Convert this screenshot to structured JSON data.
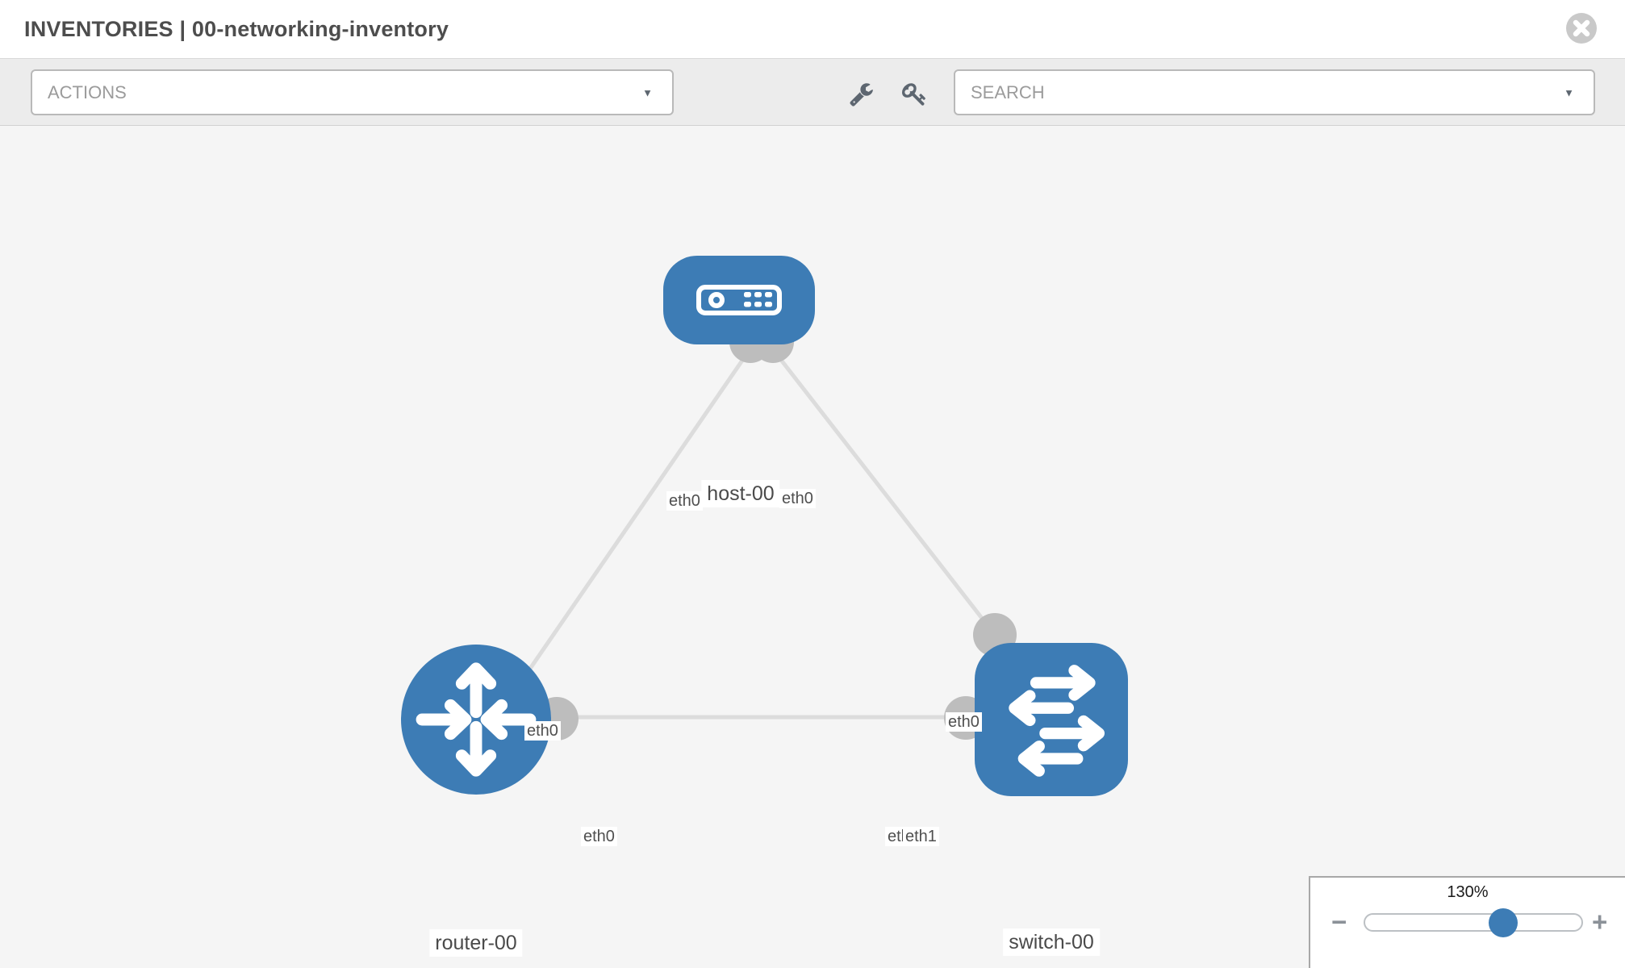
{
  "header": {
    "title": "INVENTORIES | 00-networking-inventory"
  },
  "toolbar": {
    "actions_label": "ACTIONS",
    "search_placeholder": "SEARCH",
    "caret": "▼",
    "icon_buttons": [
      "wrench-icon",
      "key-icon"
    ]
  },
  "topology": {
    "nodes": [
      {
        "id": "host-00",
        "label": "host-00",
        "type": "host"
      },
      {
        "id": "router-00",
        "label": "router-00",
        "type": "router"
      },
      {
        "id": "switch-00",
        "label": "switch-00",
        "type": "switch"
      }
    ],
    "links": [
      {
        "from": "host-00",
        "from_if": "eth0",
        "to": "router-00",
        "to_if": "eth0"
      },
      {
        "from": "host-00",
        "from_if": "eth0",
        "to": "switch-00",
        "to_if": "eth0"
      },
      {
        "from": "router-00",
        "from_if": "eth0",
        "to": "switch-00",
        "to_if": "eth1",
        "to_if_overlapped": "eth0"
      }
    ],
    "colors": {
      "node_fill": "#3d7cb5",
      "link": "#dcdcdc",
      "connector": "#bdbdbd"
    }
  },
  "zoom_control": {
    "value": "130%",
    "minus_label": "−",
    "plus_label": "+"
  }
}
